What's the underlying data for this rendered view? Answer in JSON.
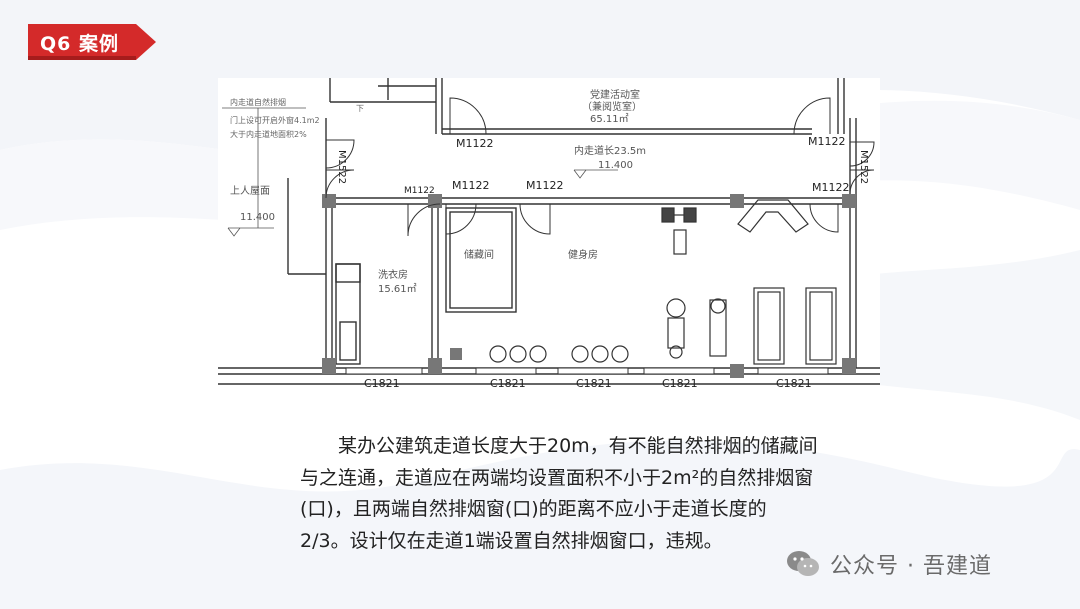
{
  "badge": {
    "label": "Q6 案例",
    "color": "#d42a2a"
  },
  "plan": {
    "rooms": {
      "party_room": "党建活动室",
      "party_room_sub": "（兼阅览室）",
      "party_room_area": "65.11㎡",
      "corridor_length": "内走道长23.5m",
      "corridor_elev": "11.400",
      "laundry": "洗衣房",
      "laundry_area": "15.61㎡",
      "storage": "储藏间",
      "gym": "健身房",
      "roof": "上人屋面",
      "roof_elev": "11.400",
      "down": "下"
    },
    "note": {
      "title": "内走道自然排烟",
      "line1": "门上设可开启外窗4.1m2",
      "line2": "大于内走道地面积2%"
    },
    "doors": {
      "m1122": "M1122",
      "m1522": "M1522"
    },
    "windows": {
      "c1821": "C1821"
    }
  },
  "paragraph": {
    "line1": "某办公建筑走道长度大于20m，有不能自然排烟的储藏间",
    "line2": "与之连通，走道应在两端均设置面积不小于2m²的自然排烟窗",
    "line3": "(口)，且两端自然排烟窗(口)的距离不应小于走道长度的",
    "line4": "2/3。设计仅在走道1端设置自然排烟窗口，违规。"
  },
  "watermark": {
    "text": "公众号 · 吾建道",
    "icon": "wechat-icon"
  }
}
